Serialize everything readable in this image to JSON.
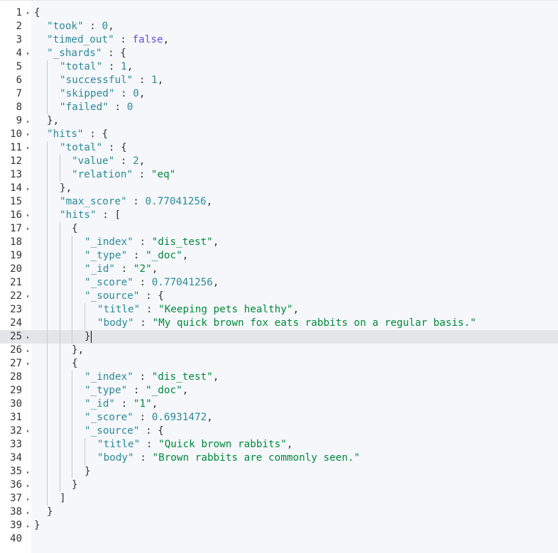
{
  "editor": {
    "active_line": 25,
    "lines": [
      {
        "num": "1",
        "fold": "open"
      },
      {
        "num": "2"
      },
      {
        "num": "3"
      },
      {
        "num": "4",
        "fold": "open"
      },
      {
        "num": "5"
      },
      {
        "num": "6"
      },
      {
        "num": "7"
      },
      {
        "num": "8"
      },
      {
        "num": "9",
        "fold": "close"
      },
      {
        "num": "10",
        "fold": "open"
      },
      {
        "num": "11",
        "fold": "open"
      },
      {
        "num": "12"
      },
      {
        "num": "13"
      },
      {
        "num": "14",
        "fold": "close"
      },
      {
        "num": "15"
      },
      {
        "num": "16",
        "fold": "open"
      },
      {
        "num": "17",
        "fold": "open"
      },
      {
        "num": "18"
      },
      {
        "num": "19"
      },
      {
        "num": "20"
      },
      {
        "num": "21"
      },
      {
        "num": "22",
        "fold": "open"
      },
      {
        "num": "23"
      },
      {
        "num": "24"
      },
      {
        "num": "25",
        "fold": "close"
      },
      {
        "num": "26",
        "fold": "close"
      },
      {
        "num": "27",
        "fold": "open"
      },
      {
        "num": "28"
      },
      {
        "num": "29"
      },
      {
        "num": "30"
      },
      {
        "num": "31"
      },
      {
        "num": "32",
        "fold": "open"
      },
      {
        "num": "33"
      },
      {
        "num": "34"
      },
      {
        "num": "35",
        "fold": "close"
      },
      {
        "num": "36",
        "fold": "close"
      },
      {
        "num": "37",
        "fold": "close"
      },
      {
        "num": "38",
        "fold": "close"
      },
      {
        "num": "39",
        "fold": "close"
      },
      {
        "num": "40"
      }
    ],
    "code": {
      "l1": "{",
      "l2_key": "\"took\"",
      "l2_val": "0",
      "l3_key": "\"timed_out\"",
      "l3_val": "false",
      "l4_key": "\"_shards\"",
      "l5_key": "\"total\"",
      "l5_val": "1",
      "l6_key": "\"successful\"",
      "l6_val": "1",
      "l7_key": "\"skipped\"",
      "l7_val": "0",
      "l8_key": "\"failed\"",
      "l8_val": "0",
      "l10_key": "\"hits\"",
      "l11_key": "\"total\"",
      "l12_key": "\"value\"",
      "l12_val": "2",
      "l13_key": "\"relation\"",
      "l13_val": "\"eq\"",
      "l15_key": "\"max_score\"",
      "l15_val": "0.77041256",
      "l16_key": "\"hits\"",
      "l18_key": "\"_index\"",
      "l18_val": "\"dis_test\"",
      "l19_key": "\"_type\"",
      "l19_val": "\"_doc\"",
      "l20_key": "\"_id\"",
      "l20_val": "\"2\"",
      "l21_key": "\"_score\"",
      "l21_val": "0.77041256",
      "l22_key": "\"_source\"",
      "l23_key": "\"title\"",
      "l23_val": "\"Keeping pets healthy\"",
      "l24_key": "\"body\"",
      "l24_val": "\"My quick brown fox eats rabbits on a regular basis.\"",
      "l28_key": "\"_index\"",
      "l28_val": "\"dis_test\"",
      "l29_key": "\"_type\"",
      "l29_val": "\"_doc\"",
      "l30_key": "\"_id\"",
      "l30_val": "\"1\"",
      "l31_key": "\"_score\"",
      "l31_val": "0.6931472",
      "l32_key": "\"_source\"",
      "l33_key": "\"title\"",
      "l33_val": "\"Quick brown rabbits\"",
      "l34_key": "\"body\"",
      "l34_val": "\"Brown rabbits are commonly seen.\""
    }
  }
}
